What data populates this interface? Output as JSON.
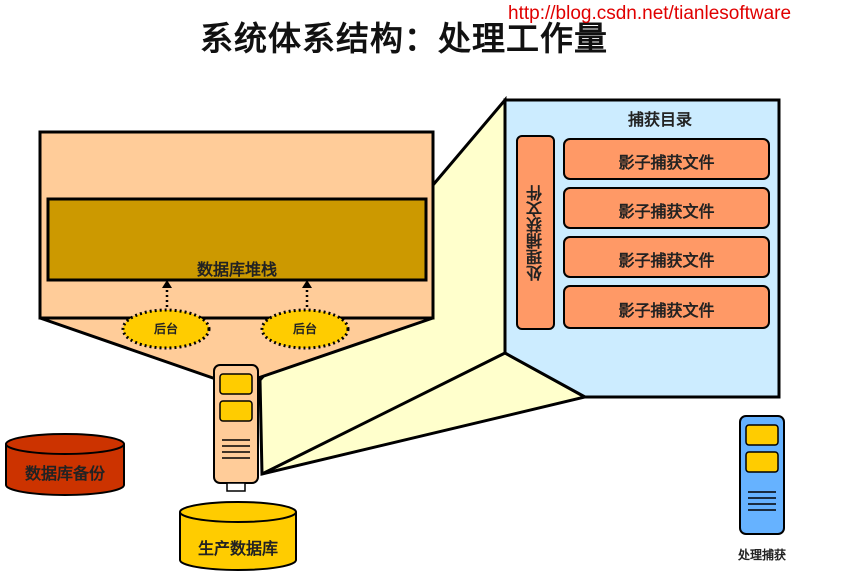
{
  "title": "系统体系结构：处理工作量",
  "watermark": "http://blog.csdn.net/tianlesoftware",
  "database_stack": {
    "label": "数据库堆栈"
  },
  "background_processes": [
    "后台",
    "后台"
  ],
  "production_db": {
    "label": "生产数据库"
  },
  "backup_db": {
    "label": "数据库备份"
  },
  "capture_directory": {
    "title": "捕获目录",
    "process_capture_file": "处理捕获文件",
    "shadow_files": [
      "影子捕获文件",
      "影子捕获文件",
      "影子捕获文件",
      "影子捕获文件"
    ]
  },
  "process_capture": {
    "label": "处理捕获"
  },
  "colors": {
    "peach": "#FFCC99",
    "stack": "#CC9900",
    "cone": "#FFFFCC",
    "capture_bg": "#CCECFF",
    "orange": "#FF9966",
    "yellow": "#FFCC00",
    "backup_red": "#CC3300",
    "server_blue": "#66B2FF"
  }
}
